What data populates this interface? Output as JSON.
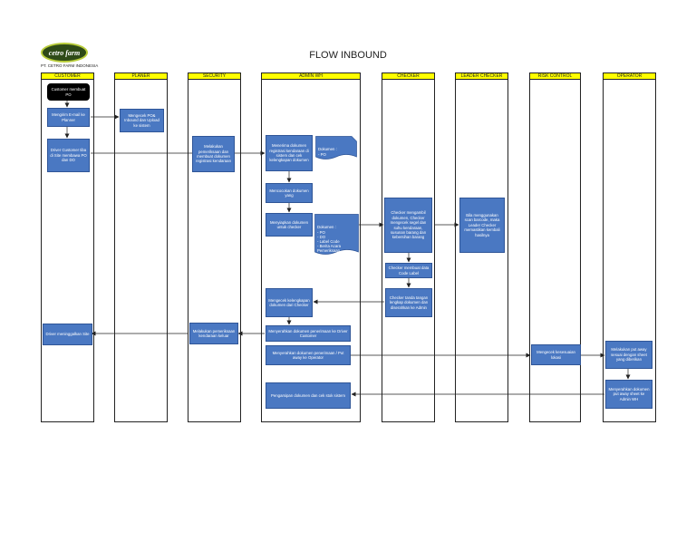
{
  "header": {
    "logo_text": "cetro farm",
    "company": "PT. CETRO FARM INDONESIA",
    "title": "FLOW INBOUND"
  },
  "lanes": [
    "CUSTOMER",
    "PLANER",
    "SECURITY",
    "ADMIN WH",
    "CHECKER",
    "LEADER CHECKER",
    "RISK CONTROL",
    "OPERATOR"
  ],
  "nodes": {
    "n1": "Customer membuat PO",
    "n2": "Mengirim E-mail ke Planner",
    "n3": "Mengecek PO& Inbound dan Upload ke sistem",
    "n4": "Driver Customer tiba di Site membawa PO dan DO",
    "n5": "Melakukan pemeriksaan dan membuat dokumen registrasi kendaraan",
    "n6": "Menerima dokumen registrasi kendaraan di sistem dan cek kelengkapan dokumen",
    "n7": "Mencocokan dokumen yang",
    "n8": "Menyiapkan dokumen untuk checker",
    "n9": "Checker mengambil dokumen, Checker mengecek segel dan suhu kendaraan, susunan barang dan kebersihan barang",
    "n10": "Bila menggunakan scan barcode, maka Leader Checker memastikan kembali hasilnya",
    "n11": "Checker membuat data Code Label",
    "n12": "Checker tanda tangan lengkap dokumen dan diserahkan ke Admin",
    "n13": "Mengecek kelengkapan dokumen dari Checker",
    "n14": "Menyerahkan dokumen penerimaan ke Driver Customer",
    "n15": "Melakukan pemeriksaan kendaraan keluar",
    "n16": "Driver meninggalkan Site",
    "n17": "Menyerahkan dokumen penerimaan / Put away ke Operator",
    "n18": "Mengecek kesesuaian lokasi",
    "n19": "Melakukan put away sesuai dengan sheet yang diberikan",
    "n20": "Menyerahkan dokumen put away sheet ke Admin WH",
    "n21": "Pengarsipan dokumen dan cek stok sistem"
  },
  "documents": {
    "d1": "Dokumen :\n- PO",
    "d2": "Dokumen :\n- PO\n- DO\n- Label Code\n- Berita Acara\n  Pemeriksaan"
  }
}
